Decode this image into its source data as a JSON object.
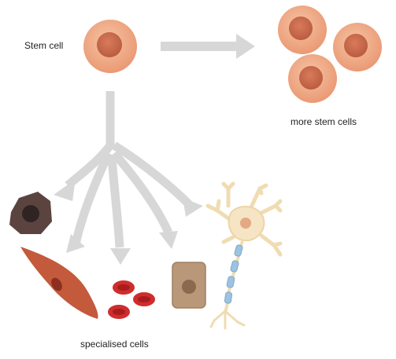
{
  "labels": {
    "stem_cell": "Stem cell",
    "more_stem_cells": "more stem cells",
    "specialised_cells": "specialised cells"
  },
  "colors": {
    "stem_cell_body": "#eea47e",
    "stem_cell_nucleus": "#c9674a",
    "arrow": "#d9d9d9",
    "fat_cell": "#5b4440",
    "muscle_cell": "#c35a3c",
    "red_blood_cell": "#cf2d2d",
    "epithelial_cell": "#b9987a",
    "neuron": "#f5e5c4",
    "myelin": "#9ec3e0"
  }
}
